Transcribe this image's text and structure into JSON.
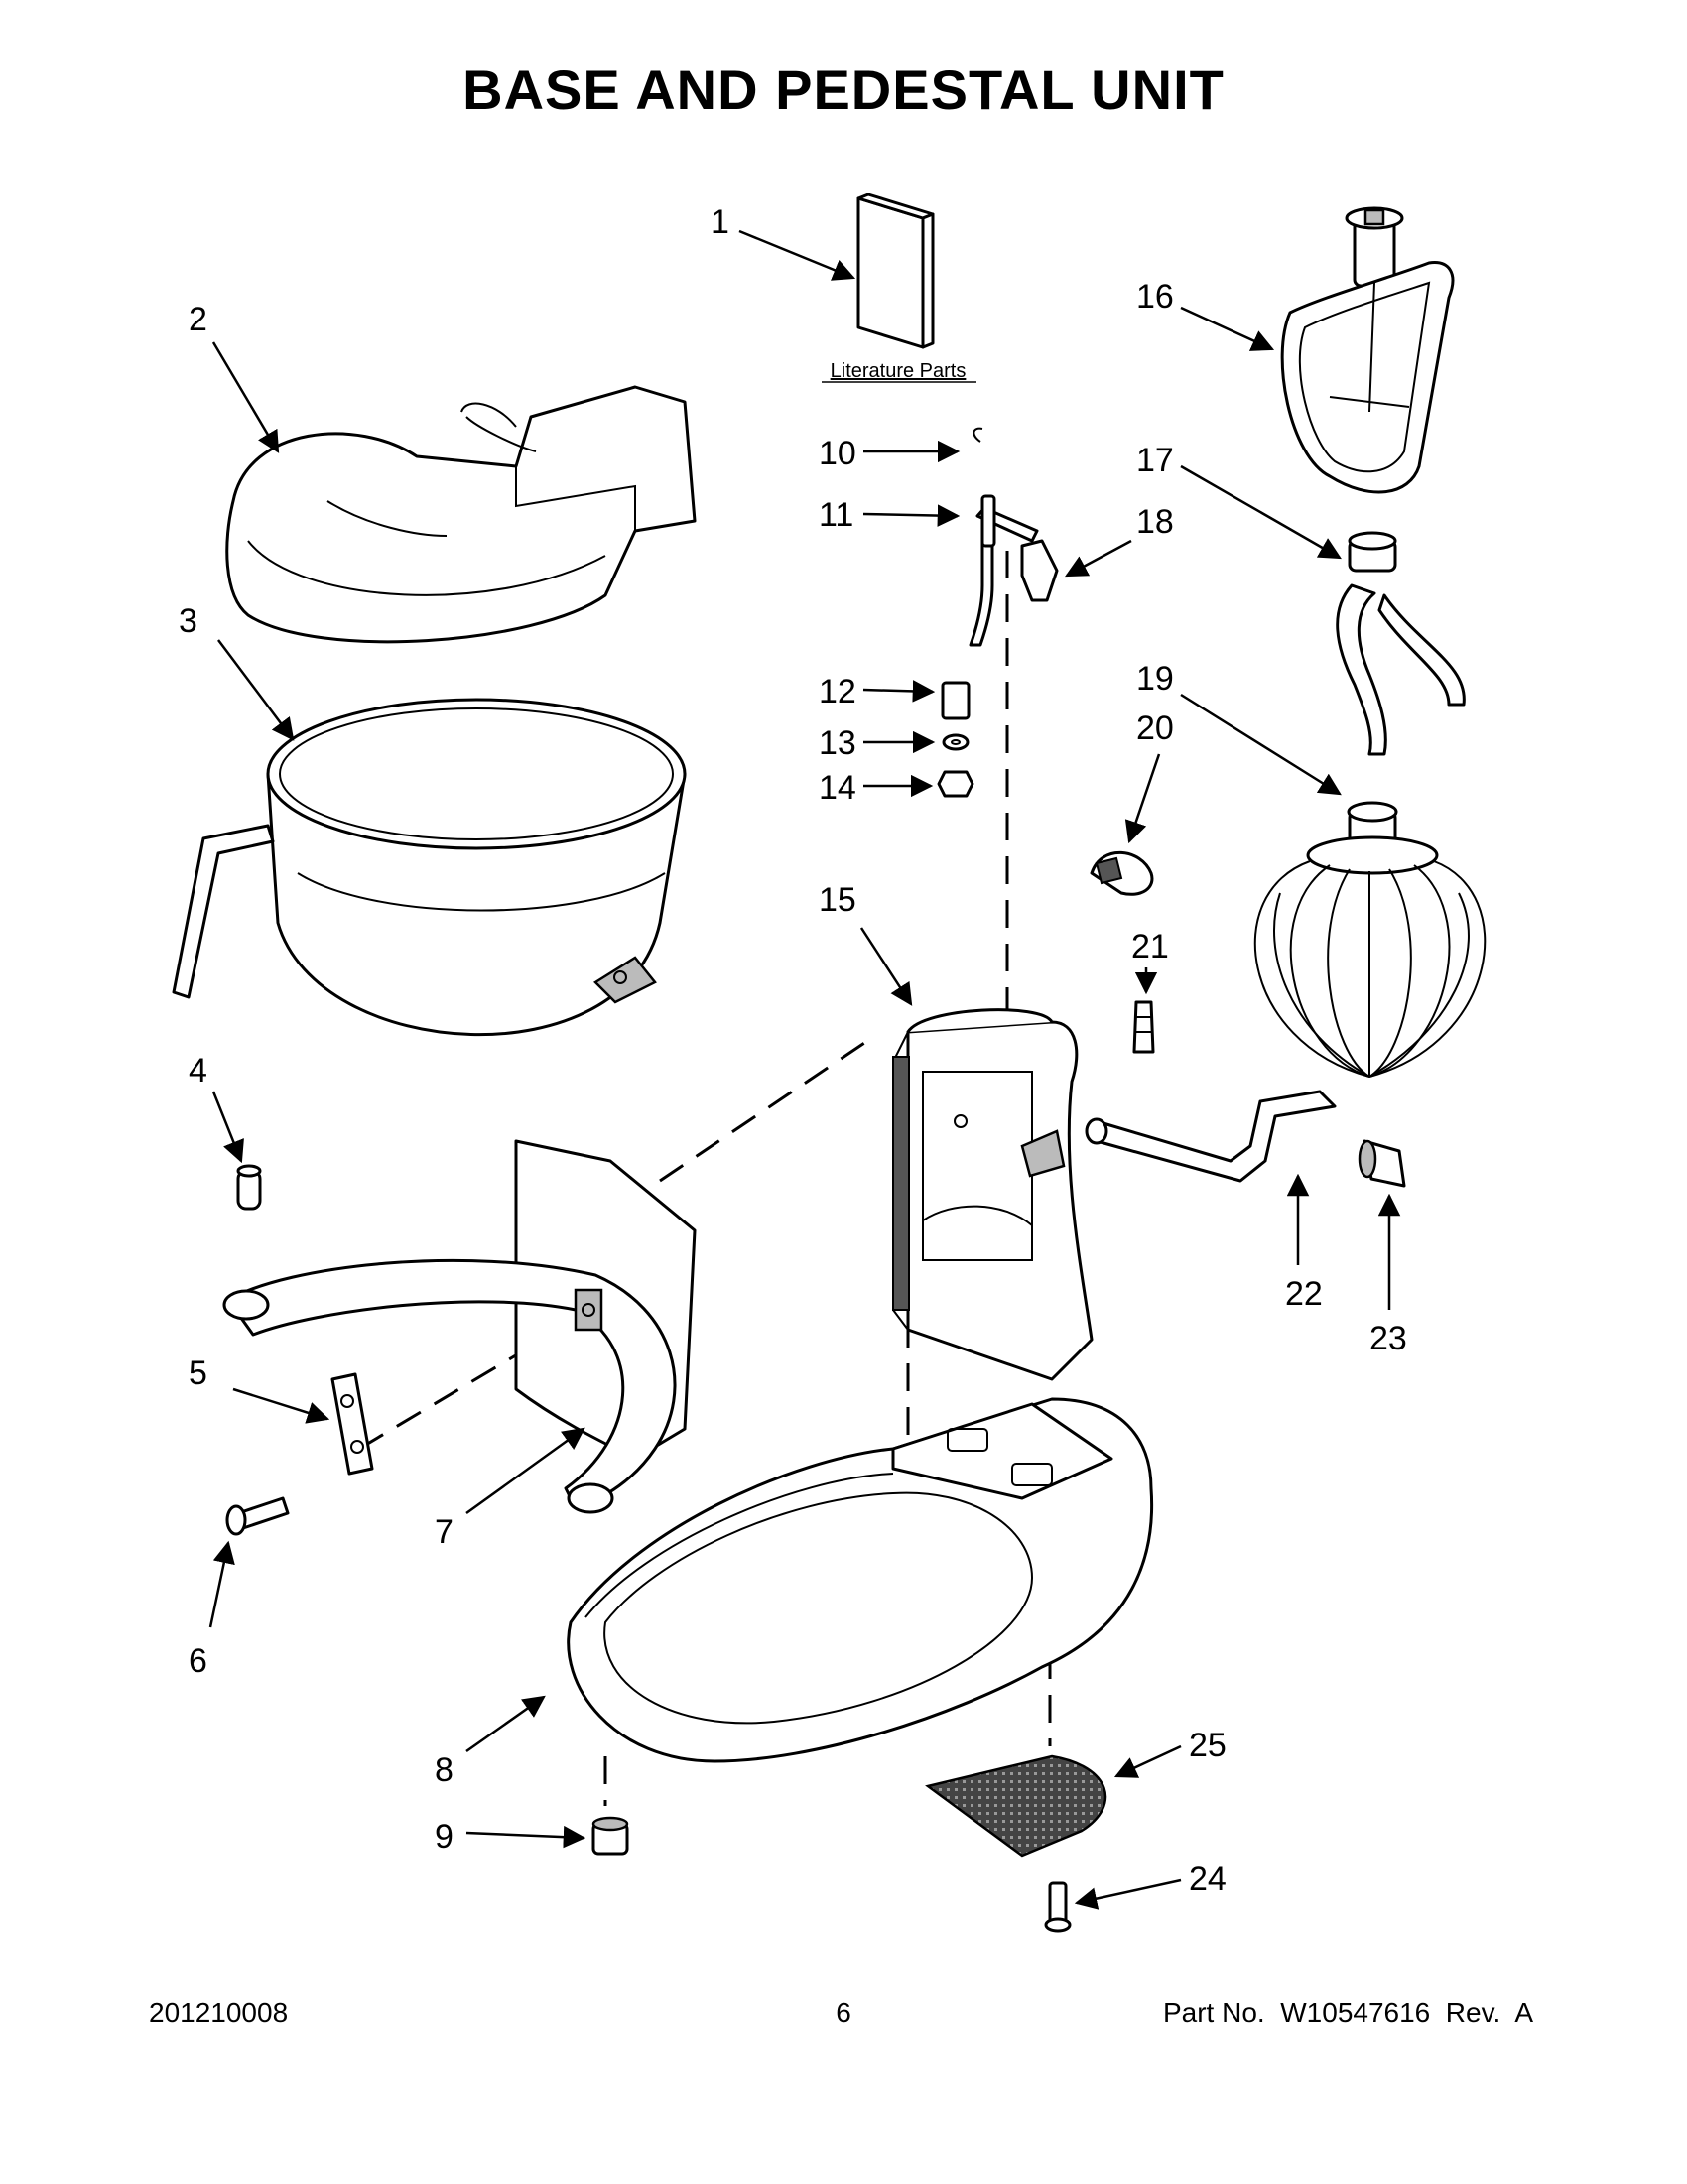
{
  "title": "BASE AND PEDESTAL UNIT",
  "literature_label": "Literature Parts",
  "callouts": [
    "1",
    "2",
    "3",
    "4",
    "5",
    "6",
    "7",
    "8",
    "9",
    "10",
    "11",
    "12",
    "13",
    "14",
    "15",
    "16",
    "17",
    "18",
    "19",
    "20",
    "21",
    "22",
    "23",
    "24",
    "25"
  ],
  "footer": {
    "left": "201210008",
    "center": "6",
    "right": "Part No.  W10547616  Rev.  A"
  }
}
